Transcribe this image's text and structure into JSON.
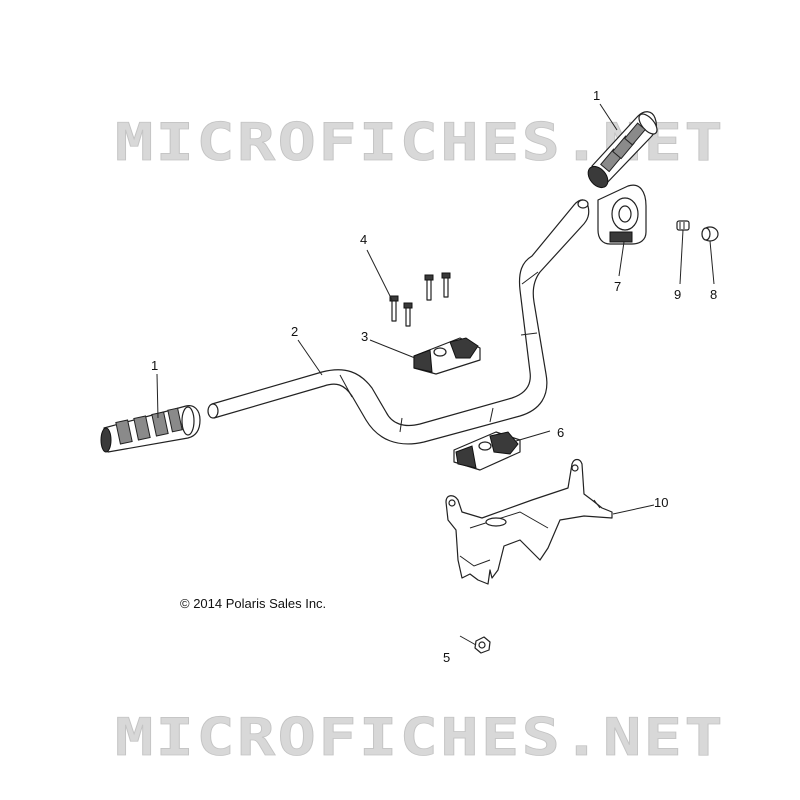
{
  "watermarks": [
    "MICROFICHES.NET",
    "MICROFICHES.NET"
  ],
  "copyright": "© 2014 Polaris Sales Inc.",
  "callouts": {
    "grip_right": "1",
    "grip_left": "1",
    "handlebar": "2",
    "clamp_top": "3",
    "bolts": "4",
    "nut": "5",
    "clamp_bottom": "6",
    "throttle_block": "7",
    "plug": "8",
    "set_screw": "9",
    "bracket": "10"
  }
}
